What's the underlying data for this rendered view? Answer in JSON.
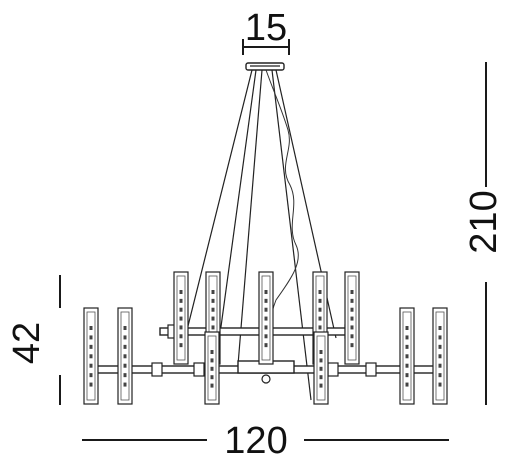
{
  "dimensions": {
    "canopy_width": "15",
    "total_height": "210",
    "body_height": "42",
    "total_width": "120"
  },
  "colors": {
    "line": "#1a1a1a",
    "fixture": "#222222",
    "background": "#ffffff"
  }
}
